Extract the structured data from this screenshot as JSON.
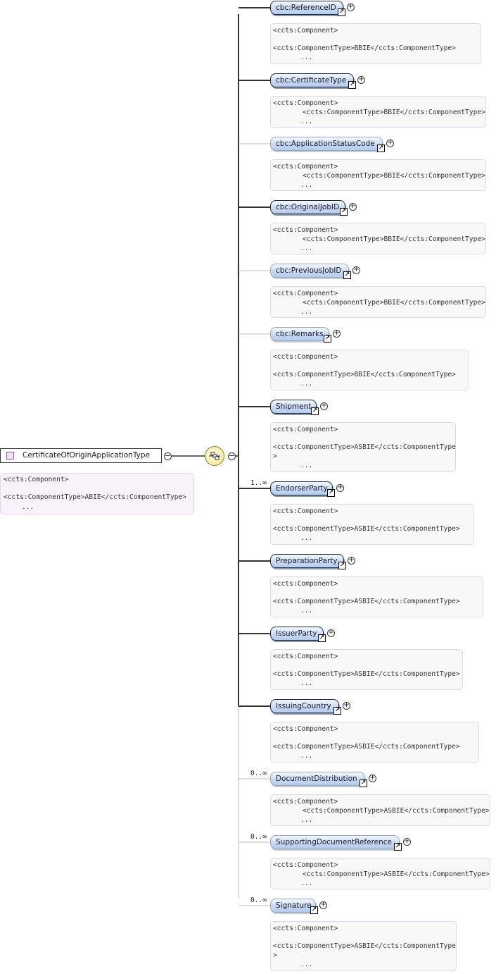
{
  "root": {
    "name": "CertificateOfOriginApplicationType",
    "annotation": [
      "<ccts:Component>",
      "<ccts:ComponentType>ABIE</ccts:ComponentType>",
      "..."
    ]
  },
  "elements": [
    {
      "name": "cbc:ReferenceID",
      "required": true,
      "card": "",
      "ann": [
        "<ccts:Component>",
        "<ccts:ComponentType>BBIE</ccts:ComponentType>",
        "..."
      ]
    },
    {
      "name": "cbc:CertificateType",
      "required": true,
      "card": "",
      "ann": [
        "<ccts:Component>",
        "<ccts:ComponentType>BBIE</ccts:ComponentType>",
        "..."
      ]
    },
    {
      "name": "cbc:ApplicationStatusCode",
      "required": false,
      "card": "",
      "ann": [
        "<ccts:Component>",
        "<ccts:ComponentType>BBIE</ccts:ComponentType>",
        "..."
      ]
    },
    {
      "name": "cbc:OriginalJobID",
      "required": true,
      "card": "",
      "ann": [
        "<ccts:Component>",
        "<ccts:ComponentType>BBIE</ccts:ComponentType>",
        "..."
      ]
    },
    {
      "name": "cbc:PreviousJobID",
      "required": false,
      "card": "",
      "ann": [
        "<ccts:Component>",
        "<ccts:ComponentType>BBIE</ccts:ComponentType>",
        "..."
      ]
    },
    {
      "name": "cbc:Remarks",
      "required": false,
      "card": "",
      "ann": [
        "<ccts:Component>",
        "<ccts:ComponentType>BBIE</ccts:ComponentType>",
        "..."
      ]
    },
    {
      "name": "Shipment",
      "required": true,
      "card": "",
      "ann": [
        "<ccts:Component>",
        "<ccts:ComponentType>ASBIE</ccts:ComponentType",
        ">",
        "..."
      ]
    },
    {
      "name": "EndorserParty",
      "required": true,
      "card": "1..∞",
      "ann": [
        "<ccts:Component>",
        "<ccts:ComponentType>ASBIE</ccts:ComponentType>",
        "..."
      ]
    },
    {
      "name": "PreparationParty",
      "required": true,
      "card": "",
      "ann": [
        "<ccts:Component>",
        "<ccts:ComponentType>ASBIE</ccts:ComponentType>",
        "..."
      ]
    },
    {
      "name": "IssuerParty",
      "required": true,
      "card": "",
      "ann": [
        "<ccts:Component>",
        "<ccts:ComponentType>ASBIE</ccts:ComponentType>",
        "..."
      ]
    },
    {
      "name": "IssuingCountry",
      "required": true,
      "card": "",
      "ann": [
        "<ccts:Component>",
        "<ccts:ComponentType>ASBIE</ccts:ComponentType>",
        "..."
      ]
    },
    {
      "name": "DocumentDistribution",
      "required": false,
      "card": "0..∞",
      "ann": [
        "<ccts:Component>",
        "<ccts:ComponentType>ASBIE</ccts:ComponentType>",
        "..."
      ]
    },
    {
      "name": "SupportingDocumentReference",
      "required": false,
      "card": "0..∞",
      "ann": [
        "<ccts:Component>",
        "<ccts:ComponentType>ASBIE</ccts:ComponentType>",
        "..."
      ]
    },
    {
      "name": "Signature",
      "required": false,
      "card": "0..∞",
      "ann": [
        "<ccts:Component>",
        "<ccts:ComponentType>ASBIE</ccts:ComponentType",
        ">",
        "..."
      ]
    }
  ]
}
